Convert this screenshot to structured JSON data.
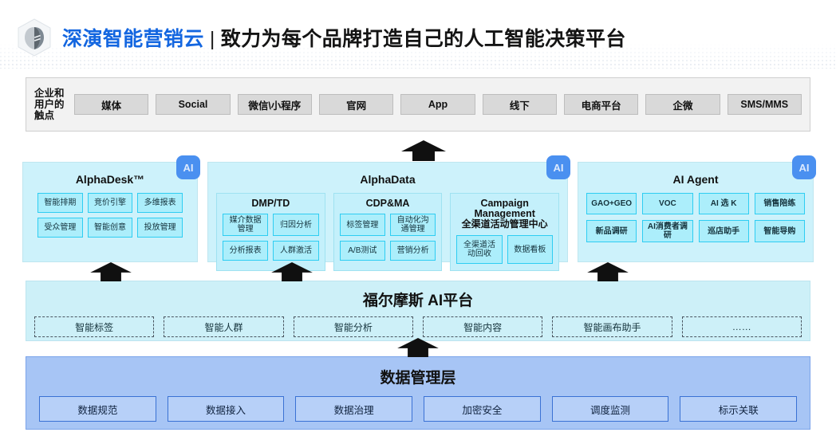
{
  "header": {
    "logo_icon": "hexagon-cube-logo",
    "brand": "深演智能营销云",
    "separator": "|",
    "subtitle": "致力为每个品牌打造自己的人工智能决策平台",
    "brand_color": "#1366e0"
  },
  "touchpoints": {
    "label": "企业和用户的触点",
    "items": [
      "媒体",
      "Social",
      "微信\\小程序",
      "官网",
      "App",
      "线下",
      "电商平台",
      "企微",
      "SMS/MMS"
    ]
  },
  "products": {
    "badge_label": "AI",
    "badge_color": "#4a90f0",
    "alphadesk": {
      "title": "AlphaDesk™",
      "chips": [
        "智能排期",
        "竞价引擎",
        "多维报表",
        "受众管理",
        "智能创意",
        "投放管理"
      ]
    },
    "alphadata": {
      "title": "AlphaData",
      "groups": [
        {
          "title_en": "DMP/TD",
          "title_cn": "",
          "chips": [
            "媒介数据管理",
            "归因分析",
            "分析报表",
            "人群激活"
          ]
        },
        {
          "title_en": "CDP&MA",
          "title_cn": "",
          "chips": [
            "标签管理",
            "自动化沟通管理",
            "A/B测试",
            "营销分析"
          ]
        },
        {
          "title_en": "Campaign Management",
          "title_cn": "全渠道活动管理中心",
          "chips": [
            "全渠道活动回收",
            "数据看板"
          ]
        }
      ]
    },
    "aiagent": {
      "title": "AI Agent",
      "chips": [
        "GAO+GEO",
        "VOC",
        "AI 选 K",
        "销售陪练",
        "新品调研",
        "AI消费者调研",
        "巡店助手",
        "智能导购"
      ]
    }
  },
  "platform": {
    "title": "福尔摩斯 AI平台",
    "items": [
      "智能标签",
      "智能人群",
      "智能分析",
      "智能内容",
      "智能画布助手",
      "……"
    ]
  },
  "datalayer": {
    "title": "数据管理层",
    "items": [
      "数据规范",
      "数据接入",
      "数据治理",
      "加密安全",
      "调度监测",
      "标示关联"
    ]
  },
  "arrows": {
    "glyph": "up-arrow",
    "color": "#101010",
    "count": 5
  }
}
